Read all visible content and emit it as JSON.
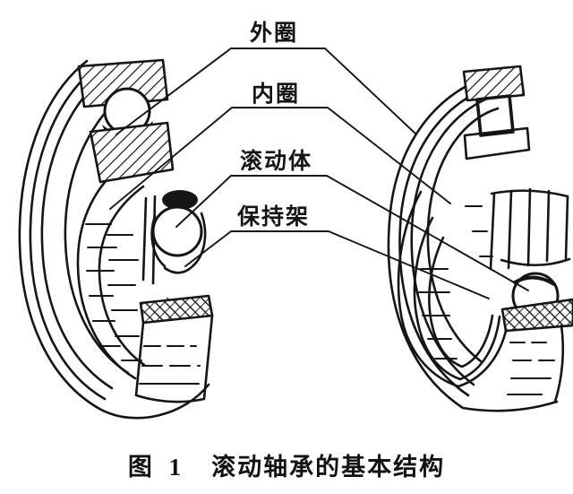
{
  "figure": {
    "caption": {
      "prefix": "图 1",
      "title": "滚动轴承的基本结构"
    },
    "labels": [
      {
        "id": "outer-ring",
        "text": "外圈"
      },
      {
        "id": "inner-ring",
        "text": "内圈"
      },
      {
        "id": "rolling-element",
        "text": "滚动体"
      },
      {
        "id": "cage",
        "text": "保持架"
      }
    ],
    "illustrations": [
      {
        "id": "left-bearing",
        "description": "cutaway ball bearing"
      },
      {
        "id": "right-bearing",
        "description": "cutaway ball bearing"
      }
    ],
    "colors": {
      "ink": "#151515",
      "background": "#ffffff"
    }
  }
}
